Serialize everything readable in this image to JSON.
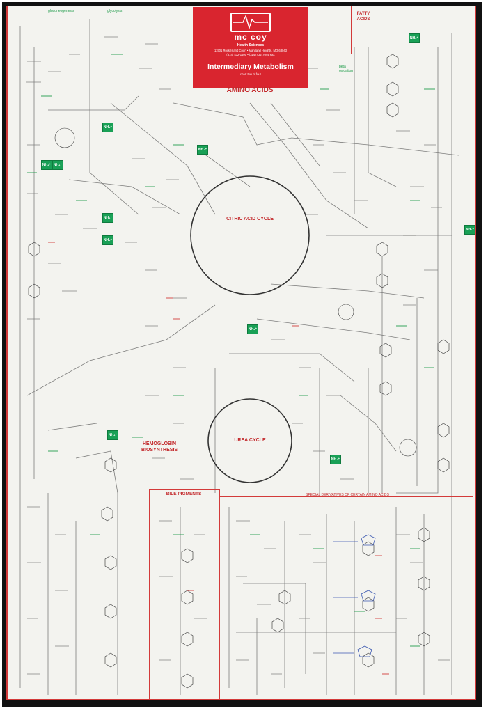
{
  "poster": {
    "brand": "mc coy",
    "company": "Health Sciences",
    "address": "11501 Rock Island Court • Maryland Heights, MO 63043",
    "phone": "(314) 432-1400 • (314) 432-7044 Fax",
    "title": "Intermediary Metabolism",
    "subtitle": "chart two of four",
    "colors": {
      "accent": "#d9252f",
      "green": "#1f9b4a",
      "blue": "#3a57b0"
    }
  },
  "sections": {
    "amino_acids": "AMINO ACIDS",
    "fatty_acids": "FATTY ACIDS",
    "citric_acid_cycle": "CITRIC ACID CYCLE",
    "urea_cycle": "UREA CYCLE",
    "hemoglobin": "HEMOGLOBIN BIOSYNTHESIS",
    "bile_pigments": "BILE PIGMENTS",
    "special_derivatives": "SPECIAL DERIVATIVES OF CERTAIN AMINO ACIDS"
  },
  "top_labels": {
    "gluconeogenesis": "gluconeogenesis",
    "glycolysis": "glycolysis",
    "beta_oxidation": "beta oxidation"
  },
  "nh_badge": "NH₄⁺",
  "nh_badges": [
    {
      "id": "1"
    },
    {
      "id": "2"
    },
    {
      "id": "3"
    },
    {
      "id": "4"
    },
    {
      "id": "5"
    },
    {
      "id": "6"
    },
    {
      "id": "7"
    },
    {
      "id": "8"
    },
    {
      "id": "9"
    },
    {
      "id": "10"
    },
    {
      "id": "11"
    },
    {
      "id": "12"
    }
  ]
}
